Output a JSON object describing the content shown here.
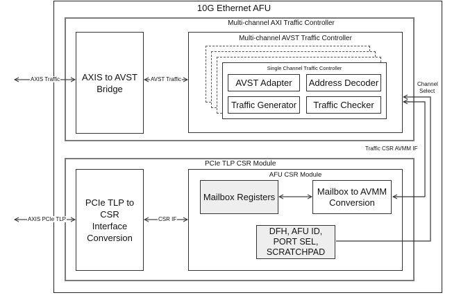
{
  "diagram": {
    "outer": {
      "title": "10G Ethernet AFU"
    },
    "axi_controller": {
      "title": "Multi-channel AXI Traffic Controller",
      "bridge": {
        "line1": "AXIS to AVST",
        "line2": "Bridge"
      },
      "avst_controller": {
        "title": "Multi-channel AVST Traffic Controller",
        "single_channel": {
          "title": "Single Channel Traffic Controller",
          "blocks": [
            "AVST Adapter",
            "Address Decoder",
            "Traffic Generator",
            "Traffic Checker"
          ]
        }
      }
    },
    "csr_module": {
      "title": "PCIe TLP CSR Module",
      "converter": {
        "line1": "PCIe TLP to CSR",
        "line2": "Interface",
        "line3": "Conversion"
      },
      "afu_csr": {
        "title": "AFU CSR Module",
        "mailbox_registers": "Mailbox Registers",
        "mailbox_avmm": {
          "line1": "Mailbox to AVMM",
          "line2": "Conversion"
        },
        "dfh": {
          "line1": "DFH, AFU ID,",
          "line2": "PORT SEL,",
          "line3": "SCRATCHPAD"
        }
      }
    },
    "connections": {
      "axis_traffic": "AXIS Traffic",
      "avst_traffic": "AVST Traffic",
      "axis_pcie_tlp": "AXIS PCIe TLP",
      "csr_if": "CSR IF",
      "channel_select_1": "Channel",
      "channel_select_2": "Select",
      "traffic_csr_avmm_if": "Traffic CSR AVMM IF"
    }
  }
}
